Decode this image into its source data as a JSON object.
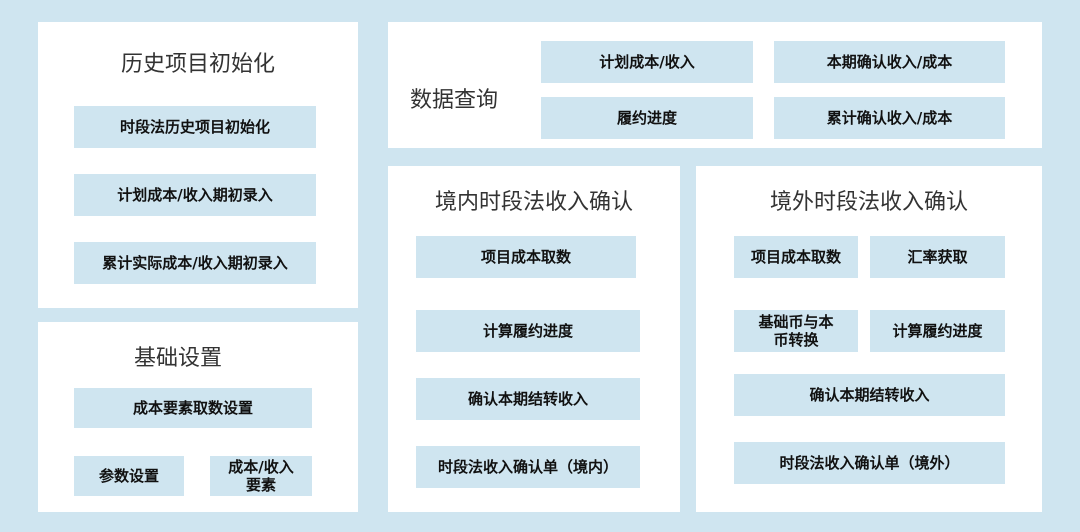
{
  "colors": {
    "background": "#cfe5f0",
    "panel": "#ffffff",
    "button": "#cfe5f0"
  },
  "history_init": {
    "title": "历史项目初始化",
    "items": [
      "时段法历史项目初始化",
      "计划成本/收入期初录入",
      "累计实际成本/收入期初录入"
    ]
  },
  "basic_settings": {
    "title": "基础设置",
    "items": [
      "成本要素取数设置",
      "参数设置",
      "成本/收入\n要素"
    ]
  },
  "data_query": {
    "title": "数据查询",
    "items": [
      "计划成本/收入",
      "本期确认收入/成本",
      "履约进度",
      "累计确认收入/成本"
    ]
  },
  "domestic": {
    "title": "境内时段法收入确认",
    "items": [
      "项目成本取数",
      "计算履约进度",
      "确认本期结转收入",
      "时段法收入确认单（境内）"
    ]
  },
  "overseas": {
    "title": "境外时段法收入确认",
    "items": [
      "项目成本取数",
      "汇率获取",
      "基础币与本\n币转换",
      "计算履约进度",
      "确认本期结转收入",
      "时段法收入确认单（境外）"
    ]
  }
}
